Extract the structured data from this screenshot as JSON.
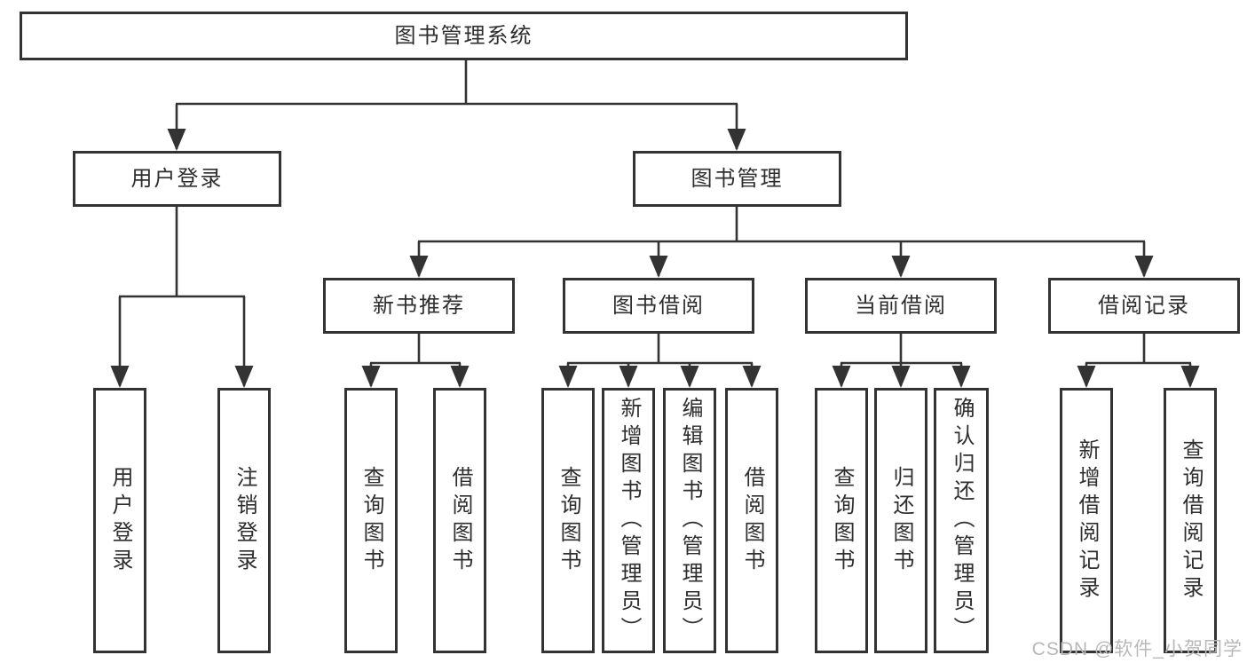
{
  "colors": {
    "line": "#333333",
    "box_border": "#333333",
    "box_fill": "#ffffff",
    "text": "#2e2e2e",
    "watermark": "#b8b8b8",
    "background": "#ffffff"
  },
  "watermark": "CSDN @软件_小贺同学",
  "tree": {
    "label": "图书管理系统",
    "children": [
      {
        "label": "用户登录",
        "children": [
          {
            "label": "用户登录"
          },
          {
            "label": "注销登录"
          }
        ]
      },
      {
        "label": "图书管理",
        "children": [
          {
            "label": "新书推荐",
            "children": [
              {
                "label": "查询图书"
              },
              {
                "label": "借阅图书"
              }
            ]
          },
          {
            "label": "图书借阅",
            "children": [
              {
                "label": "查询图书"
              },
              {
                "label": "新增图书（管理员）"
              },
              {
                "label": "编辑图书（管理员）"
              },
              {
                "label": "借阅图书"
              }
            ]
          },
          {
            "label": "当前借阅",
            "children": [
              {
                "label": "查询图书"
              },
              {
                "label": "归还图书"
              },
              {
                "label": "确认归还（管理员）"
              }
            ]
          },
          {
            "label": "借阅记录",
            "children": [
              {
                "label": "新增借阅记录"
              },
              {
                "label": "查询借阅记录"
              }
            ]
          }
        ]
      }
    ]
  }
}
